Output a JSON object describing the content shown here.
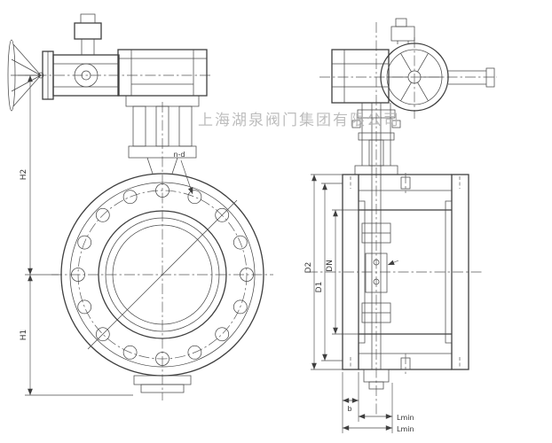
{
  "watermark": "上海湖泉阀门集团有限公司",
  "colors": {
    "line": "#3f3f3f",
    "thin_line": "#4a4a4a",
    "centerline": "#5a5a5a",
    "watermark": "#b2b2b2",
    "background": "#ffffff"
  },
  "front_view": {
    "bolt_hole_label": "n-d",
    "dim_height_upper": "H2",
    "dim_height_lower": "H1"
  },
  "side_view": {
    "dim_flange_od": "D2",
    "dim_bolt_circle": "D1",
    "dim_nominal_bore": "DN",
    "dim_flange_thickness": "b",
    "dim_length_top": "Lmin",
    "dim_length_bottom": "Lmin"
  }
}
